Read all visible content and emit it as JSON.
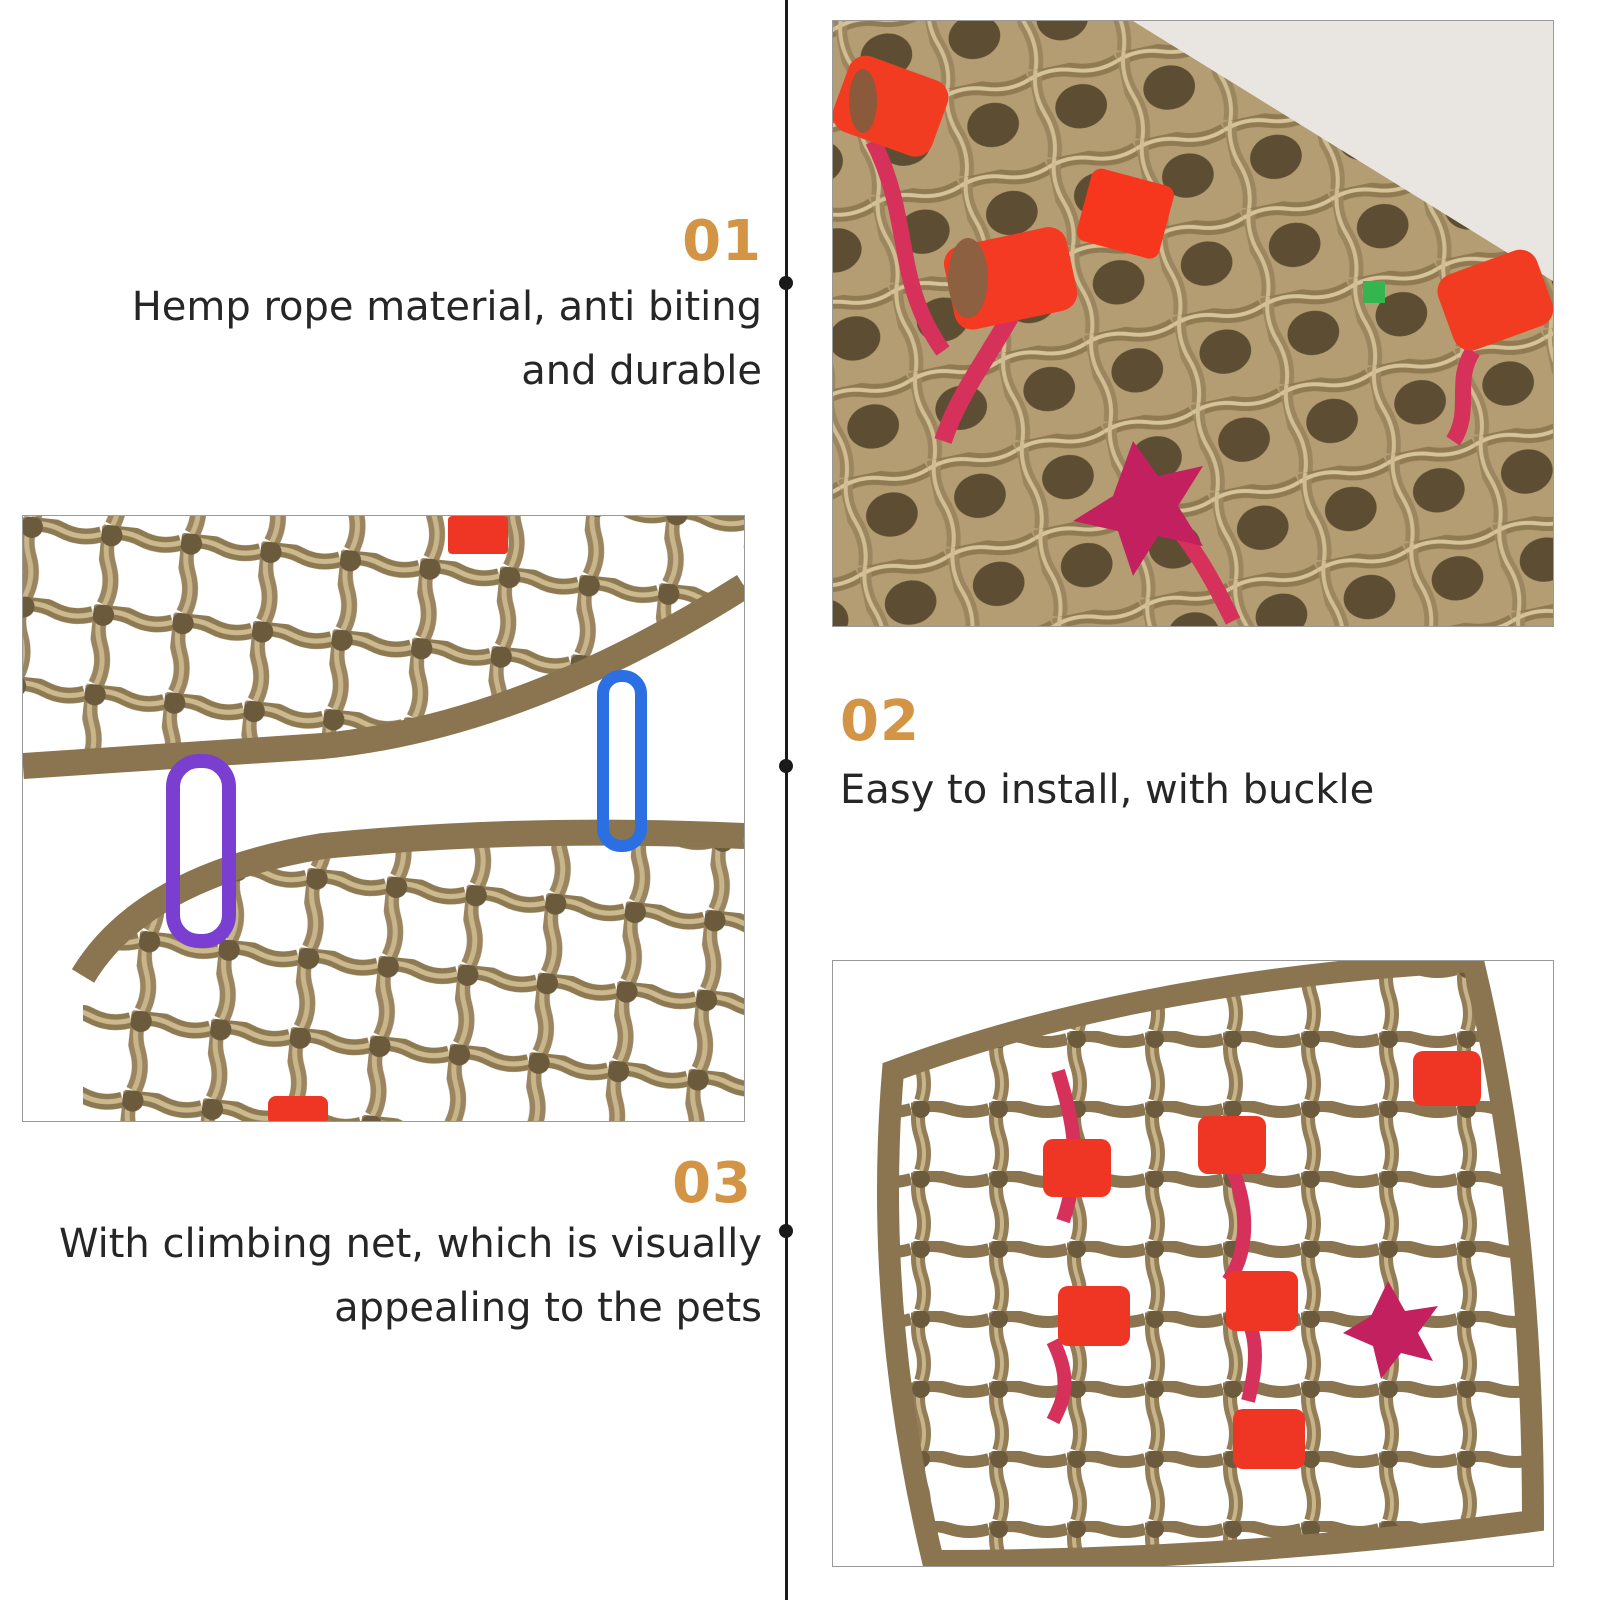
{
  "accent_color": "#d39445",
  "features": [
    {
      "number": "01",
      "lines": [
        "Hemp rope material, anti biting",
        "and durable"
      ]
    },
    {
      "number": "02",
      "lines": [
        "Easy to install, with buckle"
      ]
    },
    {
      "number": "03",
      "lines": [
        "With climbing net, which is visually",
        "appealing to the pets"
      ]
    }
  ],
  "images": [
    {
      "name": "rope-net-closeup-photo"
    },
    {
      "name": "net-with-buckles-photo"
    },
    {
      "name": "full-climbing-net-photo"
    }
  ]
}
